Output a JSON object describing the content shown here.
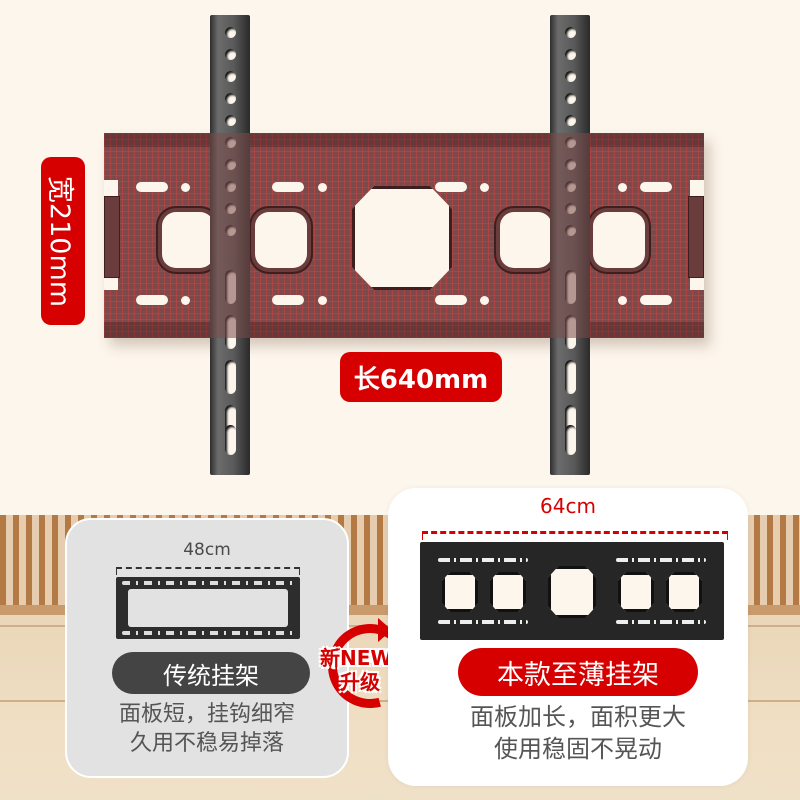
{
  "product": {
    "description": "TV wall mount bracket comparison banner"
  },
  "main_bracket": {
    "width_tag": "宽210mm",
    "length_tag": "长640mm",
    "plate_color": "#7c4a4a",
    "rail_color": "#555555"
  },
  "comparison": {
    "old": {
      "dimension": "48cm",
      "title": "传统挂架",
      "desc_line1": "面板短，挂钩细窄",
      "desc_line2": "久用不稳易掉落"
    },
    "badge": {
      "line1": "新NEW",
      "line2": "升级"
    },
    "new": {
      "dimension": "64cm",
      "title": "本款至薄挂架",
      "desc_line1": "面板加长，面积更大",
      "desc_line2": "使用稳固不晃动"
    }
  },
  "colors": {
    "accent_red": "#d60000",
    "background": "#fdf6ec",
    "dark_pill": "#444444",
    "text_gray": "#555555"
  }
}
